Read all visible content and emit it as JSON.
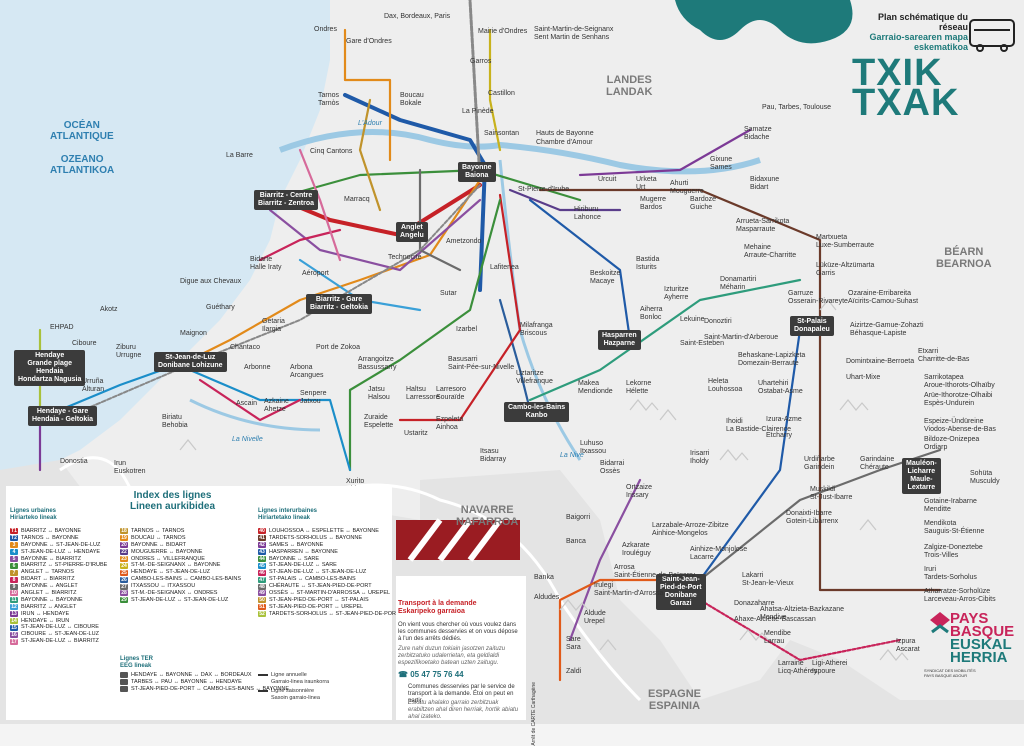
{
  "header": {
    "title_fr": "Plan schématique du réseau",
    "title_eu": "Garraio-sarearen mapa eskematikoa",
    "brand": "TXIK TXAK"
  },
  "directions": {
    "north": "Dax, Bordeaux, Paris",
    "east": "Pau, Tarbes, Toulouse"
  },
  "regions": {
    "landes": [
      "LANDES",
      "LANDAK"
    ],
    "bearn": [
      "BÉARN",
      "BEARNOA"
    ],
    "navarre": [
      "NAVARRE",
      "NAFARROA"
    ],
    "espagne": [
      "ESPAGNE",
      "ESPAINIA"
    ],
    "ocean_fr": [
      "OCÉAN",
      "ATLANTIQUE"
    ],
    "ocean_eu": [
      "OZEANO",
      "ATLANTIKOA"
    ],
    "adour": "L'Adour",
    "nivelle": "La Nivelle",
    "nive": "La Nive"
  },
  "hubs": {
    "bayonne": [
      "Bayonne",
      "Baiona"
    ],
    "biarritz": [
      "Biarritz - Centre",
      "Biarritz - Zentroa"
    ],
    "anglet": [
      "Anglet",
      "Angelu"
    ],
    "biarritz_gare": [
      "Biarritz - Gare",
      "Biarritz - Geltokia"
    ],
    "hendaye": [
      "Hendaye",
      "Grande plage",
      "Hendaia",
      "Hondartza Nagusia"
    ],
    "hendaye_gare": [
      "Hendaye - Gare",
      "Hendaia - Geltokia"
    ],
    "stjeandeluz": [
      "St-Jean-de-Luz",
      "Donibane Lohizune"
    ],
    "hasparren": [
      "Hasparren",
      "Hazparne"
    ],
    "cambo": [
      "Cambo-les-Bains",
      "Kanbo"
    ],
    "stpalais": [
      "St-Palais",
      "Donapaleu"
    ],
    "mauleon": [
      "Mauléon-",
      "Licharre",
      "Maule-",
      "Lextarre"
    ],
    "stjeanpdp": [
      "Saint-Jean-",
      "Pied-de-Port",
      "Donibane",
      "Garazi"
    ]
  },
  "places": [
    "Ondres",
    "Gare d'Ondres",
    "Mairie d'Ondres",
    "Saint-Martin-de-Seignanx",
    "Sent Martin de Senhans",
    "Tarnos",
    "Tarnòs",
    "Boucau",
    "Bokale",
    "Castillon",
    "La Pinède",
    "Garros",
    "Sainsontan",
    "Hauts de Bayonne",
    "Chambre d'Amour",
    "La Barre",
    "Cinq Cantons",
    "Marracq",
    "Ametzondo",
    "St-Pierre-d'Irube",
    "Hiriburu",
    "Lahonce",
    "Urcuit",
    "Urketa",
    "Urt",
    "Ahurti",
    "Mouguerre",
    "Mugerre",
    "Bardos",
    "Bardoze",
    "Guiche",
    "Gixune",
    "Sames",
    "Samatze",
    "Bidache",
    "Bidaxune",
    "Bidart",
    "Bidarte",
    "Halle Iraty",
    "Aéroport",
    "Technocité",
    "Lafitenea",
    "Digue aux Chevaux",
    "Akotz",
    "Guéthary",
    "Getaria",
    "Ilargia",
    "Maignon",
    "Sutar",
    "Izarbel",
    "Port de Zokoa",
    "EHPAD",
    "Ciboure",
    "Ziburu",
    "Urrugne",
    "Urruña",
    "Alturan",
    "Chantaco",
    "Ascain",
    "Azkaine",
    "Ahetze",
    "Arbonne",
    "Arbona",
    "Arcangues",
    "Arrangoitze",
    "Bassussarry",
    "Basusarri",
    "Saint-Pée-sur-Nivelle",
    "Senpere",
    "Jatxou",
    "Jatsu",
    "Halsou",
    "Haltsu",
    "Larressore",
    "Larresoro",
    "Souraïde",
    "Zuraide",
    "Espelette",
    "Ezpeleta",
    "Ainhoa",
    "Ustaritz",
    "Uztaritze",
    "Villefranque",
    "Milafranga",
    "Briscous",
    "Beskoitze",
    "Macaye",
    "Makea",
    "Mendionde",
    "Lekorne",
    "Hélette",
    "Heleta",
    "Louhossoa",
    "Luhuso",
    "Itxassou",
    "Itsasu",
    "Bidarray",
    "Bidarrai",
    "Ossès",
    "Ortzaize",
    "Irissary",
    "Irisarri",
    "Iholdy",
    "Ihoidi",
    "La Bastide-Clairence",
    "Bastida",
    "Isturits",
    "Izturitze",
    "Ayherre",
    "Aiherra",
    "Bonloc",
    "Lekuine",
    "Saint-Esteben",
    "Donoztiri",
    "Saint-Martin-d'Arberoue",
    "Donamartiri",
    "Méharin",
    "Mehaine",
    "Arraute-Charritte",
    "Arrueta-Sarrikota",
    "Masparraute",
    "Martxueta",
    "Luxe-Sumberraute",
    "Lüküze-Altzümarta",
    "Garris",
    "Garruze",
    "Osserain-Rivareyte",
    "Ozaraine-Erribareita",
    "Aïcirits-Camou-Suhast",
    "Aizirtze-Gamue-Zohazti",
    "Béhasque-Lapiste",
    "Behaskane-Lapizketa",
    "Domezain-Berraute",
    "Domintxaine-Berroeta",
    "Uhart-Mixe",
    "Uhartehiri",
    "Ostabat-Asme",
    "Izura-Azme",
    "Etcharry",
    "Etxarri",
    "Charritte-de-Bas",
    "Sarrikotapea",
    "Aroue-Ithorots-Olhaïby",
    "Arüe-Ithorotze-Olhaibi",
    "Espès-Undurein",
    "Espeize-Ündüreine",
    "Viodos-Abense-de-Bas",
    "Bildoze-Onizepea",
    "Ordiarp",
    "Urdiñarbe",
    "Garindein",
    "Garindaine",
    "Chéraute",
    "Sohüta",
    "Musculdy",
    "Muskildi",
    "St-Just-Ibarre",
    "Donaixti-Ibarre",
    "Gotein-Libarrenx",
    "Gotaine-Irabarne",
    "Menditte",
    "Mendikota",
    "Sauguis-St-Étienne",
    "Zalgize-Doneztebe",
    "Trois-Villes",
    "Iruri",
    "Tardets-Sorholus",
    "Atharratze-Sorholüze",
    "Larceveau-Arros-Cibits",
    "Larzabale-Arroze-Zibitze",
    "Ainhice-Mongelos",
    "Ainhize-Monjolose",
    "Lacarre",
    "Lakarri",
    "St-Jean-le-Vieux",
    "Donazaharre",
    "Ahaxe-Alciette-Bascassan",
    "Ahatsa-Altzieta-Bazkazane",
    "Mendive",
    "Mendibe",
    "Larrau",
    "Larraine",
    "Licq-Athérey",
    "Ligi-Atherei",
    "Ispoure",
    "Izpura",
    "Ascarat",
    "Azkarate",
    "Irouléguy",
    "Irulegi",
    "Saint-Martin-d'Arrossa",
    "Arrosa",
    "Saint-Étienne-de-Baïgorry",
    "Baigorri",
    "Banca",
    "Banka",
    "Aldudes",
    "Aldude",
    "Urepel",
    "Sare",
    "Sara",
    "Zaldi",
    "Xurito",
    "Biriatou",
    "Biriatu",
    "Behobia",
    "Irun",
    "Euskotren",
    "Donostia"
  ],
  "index": {
    "title_fr": "Index des lignes",
    "title_eu": "Lineen aurkibidea",
    "urban_head": [
      "Lignes urbaines",
      "Hiriarteko lineak"
    ],
    "inter_head": [
      "Lignes interurbaines",
      "Hiriartetako lineak"
    ],
    "ter_head": [
      "Lignes TER",
      "EEG lineak"
    ],
    "col1": [
      {
        "id": "T1",
        "color": "#c62127",
        "text": "BIARRITZ ↔ BAYONNE"
      },
      {
        "id": "T2",
        "color": "#1f5aa8",
        "text": "TARNOS ↔ BAYONNE"
      },
      {
        "id": "3",
        "color": "#e28a1a",
        "text": "BAYONNE ↔ ST-JEAN-DE-LUZ"
      },
      {
        "id": "4",
        "color": "#1b8ec9",
        "text": "ST-JEAN-DE-LUZ ↔ HENDAYE"
      },
      {
        "id": "5",
        "color": "#8a4fa0",
        "text": "BAYONNE ↔ BIARRITZ"
      },
      {
        "id": "6",
        "color": "#3b8f3b",
        "text": "BIARRITZ ↔ ST-PIERRE-D'IRUBE"
      },
      {
        "id": "7",
        "color": "#c0932b",
        "text": "ANGLET ↔ TARNOS"
      },
      {
        "id": "8",
        "color": "#c8245a",
        "text": "BIDART ↔ BIARRITZ"
      },
      {
        "id": "9",
        "color": "#6b6b6b",
        "text": "BAYONNE ↔ ANGLET"
      },
      {
        "id": "10",
        "color": "#d66a9a",
        "text": "ANGLET ↔ BIARRITZ"
      },
      {
        "id": "11",
        "color": "#2e9c7c",
        "text": "BAYONNE ↔ BAYONNE"
      },
      {
        "id": "12",
        "color": "#3aa0d8",
        "text": "BIARRITZ ↔ ANGLET"
      },
      {
        "id": "13",
        "color": "#7c3a96",
        "text": "IRUN ↔ HENDAYE"
      },
      {
        "id": "14",
        "color": "#a9c13a",
        "text": "HENDAYE ↔ IRUN"
      },
      {
        "id": "15",
        "color": "#1f5aa8",
        "text": "ST-JEAN-DE-LUZ ↔ CIBOURE"
      },
      {
        "id": "16",
        "color": "#8a4fa0",
        "text": "CIBOURE ↔ ST-JEAN-DE-LUZ"
      },
      {
        "id": "17",
        "color": "#d66a9a",
        "text": "ST-JEAN-DE-LUZ ↔ BIARRITZ"
      }
    ],
    "col2": [
      {
        "id": "18",
        "color": "#c0932b",
        "text": "TARNOS ↔ TARNOS"
      },
      {
        "id": "19",
        "color": "#e28a1a",
        "text": "BOUCAU ↔ TARNOS"
      },
      {
        "id": "20",
        "color": "#7c3a96",
        "text": "BAYONNE ↔ BIDART"
      },
      {
        "id": "22",
        "color": "#5a3d8a",
        "text": "MOUGUERRE ↔ BAYONNE"
      },
      {
        "id": "23",
        "color": "#e28a1a",
        "text": "ONDRES ↔ VILLEFRANQUE"
      },
      {
        "id": "24",
        "color": "#c8b21c",
        "text": "ST-M.-DE-SEIGNANX ↔ BAYONNE"
      },
      {
        "id": "25",
        "color": "#e05a1a",
        "text": "HENDAYE ↔ ST-JEAN-DE-LUZ"
      },
      {
        "id": "26",
        "color": "#2a5d9c",
        "text": "CAMBO-LES-BAINS ↔ CAMBO-LES-BAINS"
      },
      {
        "id": "27",
        "color": "#6b6b6b",
        "text": "ITXASSOU ↔ ITXASSOU"
      },
      {
        "id": "28",
        "color": "#8a4fa0",
        "text": "ST-M.-DE-SEIGNANX ↔ ONDRES"
      },
      {
        "id": "29",
        "color": "#3b8f3b",
        "text": "ST-JEAN-DE-LUZ ↔ ST-JEAN-DE-LUZ"
      }
    ],
    "ter": [
      {
        "id": "",
        "color": "#555",
        "text": "HENDAYE ↔ BAYONNE ↔ DAX ↔ BORDEAUX"
      },
      {
        "id": "",
        "color": "#555",
        "text": "TARBES ↔ PAU ↔ BAYONNE ↔ HENDAYE"
      },
      {
        "id": "",
        "color": "#555",
        "text": "ST-JEAN-PIED-DE-PORT ↔ CAMBO-LES-BAINS ↔ BAYONNE"
      }
    ],
    "col3": [
      {
        "id": "40",
        "color": "#c62127",
        "text": "LOUHOSSOA ↔ ESPELETTE ↔ BAYONNE"
      },
      {
        "id": "41",
        "color": "#6b3a2a",
        "text": "TARDETS-SORHOLUS ↔ BAYONNE"
      },
      {
        "id": "42",
        "color": "#7c3a96",
        "text": "SAMES ↔ BAYONNE"
      },
      {
        "id": "43",
        "color": "#1f5aa8",
        "text": "HASPARREN ↔ BAYONNE"
      },
      {
        "id": "44",
        "color": "#3b8f3b",
        "text": "BAYONNE ↔ SARE"
      },
      {
        "id": "45",
        "color": "#1b8ec9",
        "text": "ST-JEAN-DE-LUZ ↔ SARE"
      },
      {
        "id": "46",
        "color": "#c8245a",
        "text": "ST-JEAN-DE-LUZ ↔ ST-JEAN-DE-LUZ"
      },
      {
        "id": "47",
        "color": "#2e9c7c",
        "text": "ST-PALAIS ↔ CAMBO-LES-BAINS"
      },
      {
        "id": "48",
        "color": "#6b6b6b",
        "text": "CHÉRAUTE ↔ ST-JEAN-PIED-DE-PORT"
      },
      {
        "id": "49",
        "color": "#8a4fa0",
        "text": "OSSÈS ↔ ST-MARTIN-D'ARROSSA ↔ UREPEL"
      },
      {
        "id": "50",
        "color": "#c0932b",
        "text": "ST-JEAN-PIED-DE-PORT ↔ ST-PALAIS"
      },
      {
        "id": "51",
        "color": "#e05a1a",
        "text": "ST-JEAN-PIED-DE-PORT ↔ UREPEL"
      },
      {
        "id": "52",
        "color": "#a9c13a",
        "text": "TARDETS-SORHOLUS ↔ ST-JEAN-PIED-DE-PORT"
      }
    ],
    "legend_annual": [
      "Ligne annuelle",
      "Garraio-linea iraunkorra"
    ],
    "legend_seasonal": [
      "Ligne saisonnière",
      "Sasoin garraio-linea"
    ]
  },
  "tad": {
    "title": [
      "Transport à la demande",
      "Eskaripeko garraioa"
    ],
    "body_fr": "On vient vous chercher où vous voulez dans les communes desservies et on vous dépose à l'un des arrêts dédiés.",
    "body_eu": "Zure nahi duzun tokiain jasotzen zaituzu zerbitzatuko udalerrietan, eta geldialdi espezifikoetako batean uzten zaitugu.",
    "phone": "05 47 75 76 44",
    "note_fr": "Communes desservies par le service de transport à la demande. Étoi on peut en partir.",
    "note_eu": "Eskatu ahalako garraio zerbitzuak erabiltzen ahal diren herriak, hortik abiatu ahal izateko."
  },
  "logo": {
    "name_fr": "PAYS BASQUE",
    "name_eu": "EUSKAL HERRIA",
    "sub": [
      "SYNDICAT DES MOBILITÉS",
      "PAYS BASQUE ADOUR"
    ]
  },
  "small": {
    "crt": "Arrêt de CARTE Carthagène"
  },
  "colors": {
    "ocean": "#d6e8f3",
    "land": "#eeeeee",
    "coast": "#9cc9e4",
    "teal": "#1e7a7a",
    "brand_pink": "#c8245a",
    "tad_red": "#c62127"
  }
}
